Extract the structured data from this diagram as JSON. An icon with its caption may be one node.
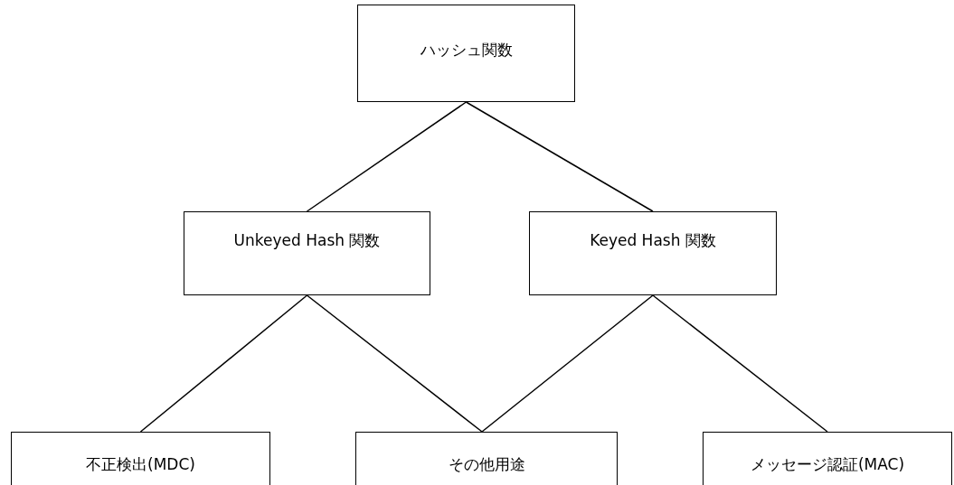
{
  "diagram": {
    "nodes": [
      {
        "text": [
          "ハッシュ関数"
        ]
      },
      {
        "text": [
          "Unkeyed Hash 関数"
        ]
      },
      {
        "text": [
          "Keyed Hash 関数"
        ]
      },
      {
        "text": [
          "不正検出(MDC)"
        ]
      },
      {
        "text": [
          "その他用途"
        ]
      },
      {
        "text": [
          "メッセージ認証(MAC)"
        ]
      }
    ],
    "edges": [
      {
        "from": 0,
        "to": 1,
        "arrow": "none"
      },
      {
        "from": 0,
        "to": 2,
        "arrow": "none"
      },
      {
        "from": 1,
        "to": 3,
        "arrow": "none"
      },
      {
        "from": 1,
        "to": 4,
        "arrow": "none"
      },
      {
        "from": 2,
        "to": 4,
        "arrow": "none"
      },
      {
        "from": 2,
        "to": 5,
        "arrow": "none"
      }
    ]
  }
}
